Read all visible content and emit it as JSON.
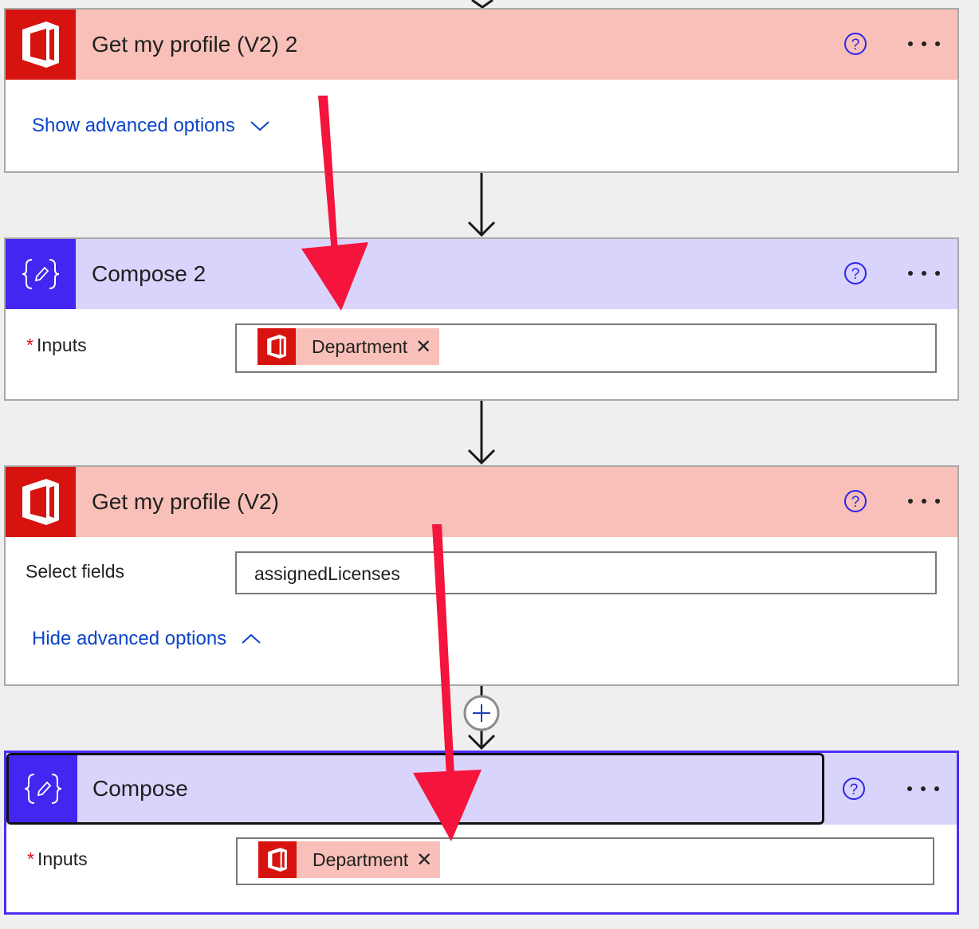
{
  "cards": {
    "profile2": {
      "title": "Get my profile (V2) 2",
      "advanced_link": "Show advanced options"
    },
    "compose2": {
      "title": "Compose 2",
      "inputs_label": "Inputs",
      "required_mark": "*",
      "token_label": "Department",
      "token_remove": "✕"
    },
    "profile": {
      "title": "Get my profile (V2)",
      "select_fields_label": "Select fields",
      "select_fields_value": "assignedLicenses",
      "advanced_link": "Hide advanced options"
    },
    "compose": {
      "title": "Compose",
      "inputs_label": "Inputs",
      "required_mark": "*",
      "token_label": "Department",
      "token_remove": "✕"
    }
  },
  "icons": {
    "office": "office-icon",
    "compose": "compose-icon",
    "help": "help-icon",
    "more": "more-icon"
  },
  "colors": {
    "office_header": "#f8c0b8",
    "office_brand": "#d7130f",
    "compose_header": "#d8d4fc",
    "compose_brand": "#4326f0",
    "link": "#0b45c9",
    "annotation_arrow": "#f4143c",
    "selected_border": "#4a2ff5"
  }
}
